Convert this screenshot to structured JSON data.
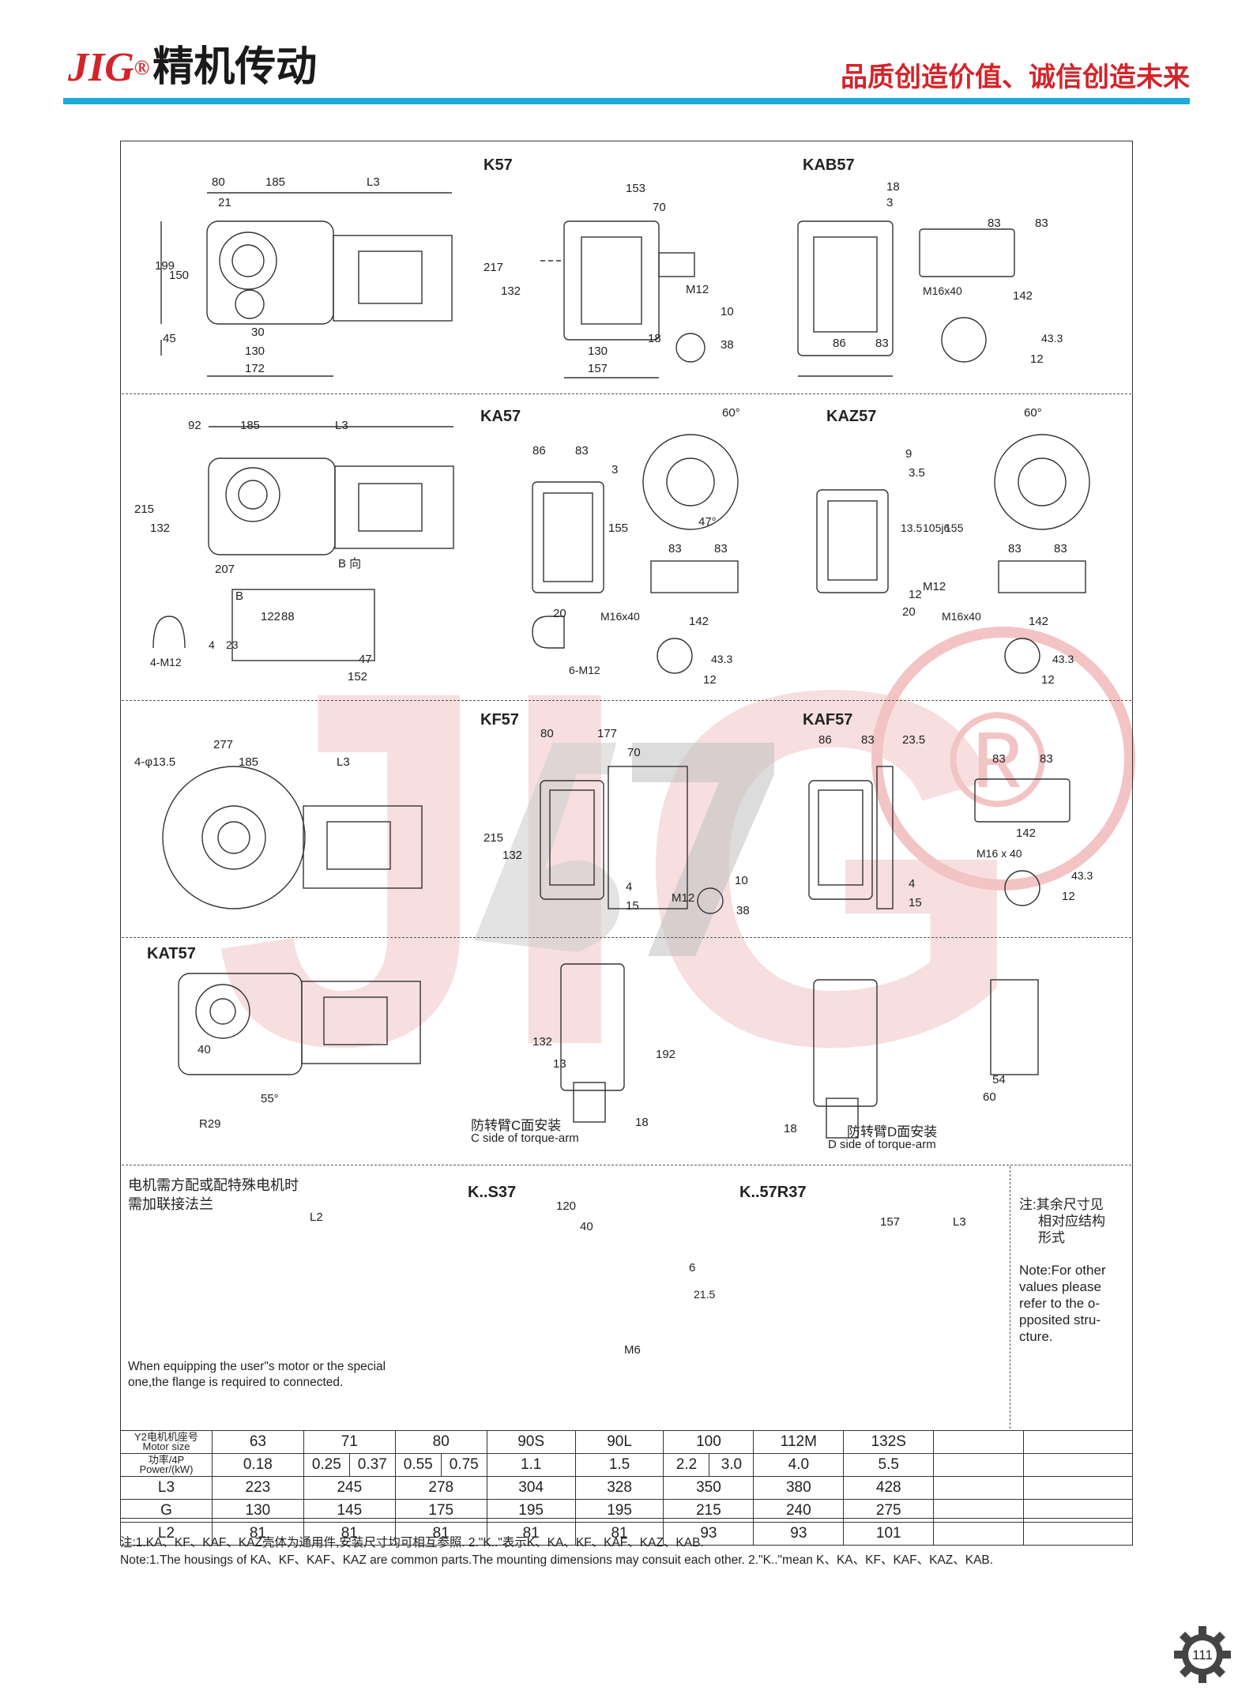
{
  "header": {
    "brand_mark": "JIG",
    "brand_reg": "®",
    "brand_name": "精机传动",
    "slogan": "品质创造价值、诚信创造未来"
  },
  "sections": {
    "k57": "K57",
    "kab57": "KAB57",
    "ka57": "KA57",
    "kaz57": "KAZ57",
    "kf57": "KF57",
    "kaf57": "KAF57",
    "kat57": "KAT57",
    "ks37": "K..S37",
    "k57r37": "K..57R37",
    "b_dir": "B 向",
    "b": "B",
    "c_side_cn": "防转臂C面安装",
    "c_side_en": "C side of torque-arm",
    "d_side_cn": "防转臂D面安装",
    "d_side_en": "D side of torque-arm"
  },
  "flange_note": {
    "cn_line1": "电机需方配或配特殊电机时",
    "cn_line2": "需加联接法兰",
    "en_line1": "When equipping the user\"s motor or the special",
    "en_line2": "one,the flange is required to connected."
  },
  "side_note": {
    "cn1": "注:其余尺寸见",
    "cn2": "相对应结构",
    "cn3": "形式",
    "en1": "Note:For other",
    "en2": "values please",
    "en3": "refer to the o-",
    "en4": "pposited stru-",
    "en5": "cture."
  },
  "dims": {
    "k57_top": [
      "80",
      "185",
      "L3",
      "21"
    ],
    "k57_left": [
      "199",
      "150",
      "45"
    ],
    "k57_bottom": [
      "30",
      "130",
      "172"
    ],
    "k57_mid": [
      "153",
      "70",
      "217",
      "132",
      "130",
      "157",
      "18",
      "10",
      "38",
      "M12"
    ],
    "kab57": [
      "18",
      "3",
      "83",
      "83",
      "142",
      "86",
      "83",
      "43.3",
      "12",
      "M16x40"
    ],
    "ka57_top": [
      "92",
      "185",
      "L3"
    ],
    "ka57_left": [
      "215",
      "132"
    ],
    "ka57_b": [
      "207",
      "122",
      "88",
      "47",
      "152",
      "4-M12",
      "4",
      "23"
    ],
    "ka57_mid": [
      "86",
      "83",
      "3",
      "155",
      "83",
      "83",
      "142",
      "20",
      "6-M12",
      "43.3",
      "12",
      "60°",
      "47°",
      "M16x40"
    ],
    "kaz57": [
      "9",
      "3.5",
      "13.5",
      "105j6",
      "155",
      "83",
      "83",
      "142",
      "12",
      "20",
      "43.3",
      "12",
      "60°",
      "M16x40",
      "M12"
    ],
    "kf57": [
      "4-φ13.5",
      "277",
      "185",
      "L3",
      "215",
      "80",
      "177",
      "70",
      "132",
      "4",
      "15",
      "10",
      "38",
      "M12"
    ],
    "kaf57": [
      "86",
      "83",
      "23.5",
      "83",
      "83",
      "142",
      "M16 x 40",
      "4",
      "15",
      "43.3",
      "12"
    ],
    "kat57": [
      "40",
      "55°",
      "R29",
      "132",
      "13",
      "192",
      "18",
      "18",
      "54",
      "60"
    ],
    "ks37": [
      "L2",
      "120",
      "40",
      "6",
      "21.5",
      "M6"
    ],
    "k57r37": [
      "157",
      "L3"
    ]
  },
  "table": {
    "rows": [
      {
        "label_cn": "Y2电机机座号",
        "label_en": "Motor size",
        "cells": [
          "63",
          "71",
          "80",
          "90S",
          "90L",
          "100",
          "112M",
          "132S",
          "",
          ""
        ]
      },
      {
        "label_cn": "功率/4P",
        "label_en": "Power/(kW)",
        "cells": [
          "0.18",
          "0.25",
          "0.37",
          "0.55",
          "0.75",
          "1.1",
          "1.5",
          "2.2",
          "3.0",
          "4.0",
          "5.5",
          "",
          ""
        ]
      },
      {
        "label": "L3",
        "cells": [
          "223",
          "245",
          "278",
          "304",
          "328",
          "350",
          "380",
          "428",
          "",
          ""
        ]
      },
      {
        "label": "G",
        "cells": [
          "130",
          "145",
          "175",
          "195",
          "195",
          "215",
          "240",
          "275",
          "",
          ""
        ]
      },
      {
        "label": "L2",
        "cells": [
          "81",
          "81",
          "81",
          "81",
          "81",
          "93",
          "93",
          "101",
          "",
          ""
        ]
      }
    ]
  },
  "footer": {
    "cn": "注:1.KA、KF、KAF、KAZ壳体为通用件,安装尺寸均可相互参照.    2.\"K..\"表示K、KA、KF、KAF、KAZ、KAB.",
    "en": "Note:1.The housings of KA、KF、KAF、KAZ are common parts.The mounting dimensions may consuit each other. 2.\"K..\"mean K、KA、KF、KAF、KAZ、KAB."
  },
  "page_number": "111",
  "watermark": "JIG",
  "colors": {
    "red": "#d3242a",
    "blue": "#1fa8dc",
    "watermark": "#f2c4c4"
  }
}
